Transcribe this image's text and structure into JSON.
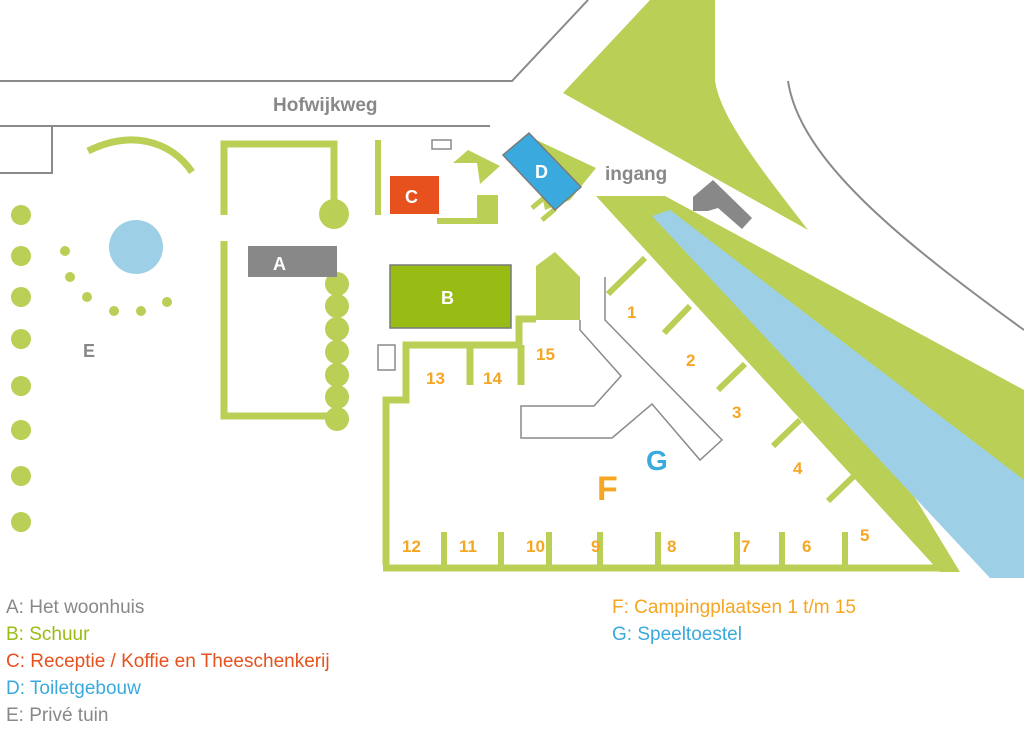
{
  "map": {
    "road_name": "Hofwijkweg",
    "entrance_label": "ingang",
    "buildings": {
      "A": "A",
      "B": "B",
      "C": "C",
      "D": "D",
      "E": "E",
      "F": "F",
      "G": "G"
    },
    "pitches": [
      "1",
      "2",
      "3",
      "4",
      "5",
      "6",
      "7",
      "8",
      "9",
      "10",
      "11",
      "12",
      "13",
      "14",
      "15"
    ]
  },
  "colors": {
    "green": "#b9cf55",
    "dark_green": "#98bc13",
    "orange_red": "#e6511e",
    "blue": "#3aaade",
    "light_blue": "#9dd0e6",
    "gray": "#888888",
    "orange": "#f5a623"
  },
  "legend": {
    "left": [
      {
        "text": "A: Het woonhuis",
        "color": "#888888"
      },
      {
        "text": "B: Schuur",
        "color": "#98bc13"
      },
      {
        "text": "C: Receptie / Koffie en Theeschenkerij",
        "color": "#e6511e"
      },
      {
        "text": "D: Toiletgebouw",
        "color": "#3aaade"
      },
      {
        "text": "E: Privé tuin",
        "color": "#888888"
      }
    ],
    "right": [
      {
        "text": "F: Campingplaatsen 1 t/m 15",
        "color": "#f5a623"
      },
      {
        "text": "G: Speeltoestel",
        "color": "#3aaade"
      }
    ]
  }
}
